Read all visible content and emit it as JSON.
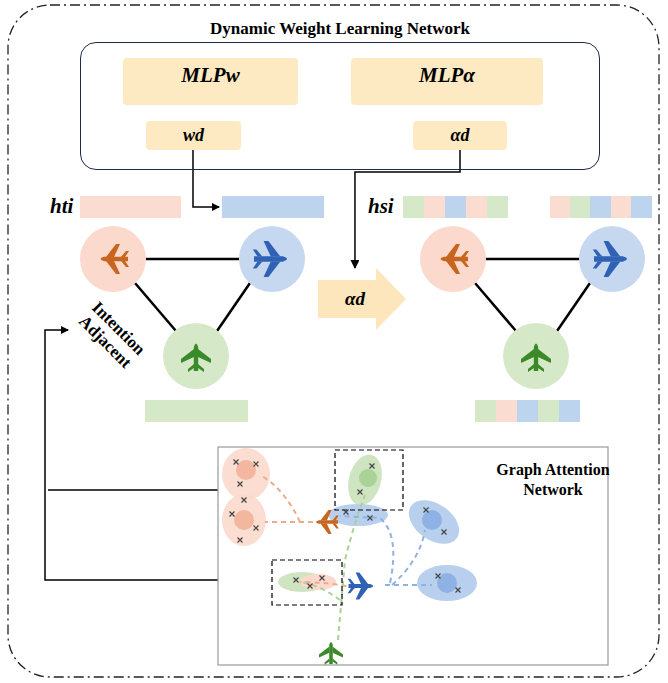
{
  "diagram": {
    "nodes": [
      {
        "text": [
          "Dynamic Weight Learning Network"
        ]
      },
      {
        "text": [
          "MLPw"
        ],
        "in": 0
      },
      {
        "text": [
          "wd"
        ],
        "in": 0
      },
      {
        "text": [
          "MLPα"
        ],
        "in": 0
      },
      {
        "text": [
          "αd"
        ],
        "in": 0
      },
      {
        "text": [
          "αd"
        ]
      }
    ],
    "edges": [
      {
        "from": 4,
        "to": 5,
        "arrow": "to"
      }
    ],
    "labels": [
      "hti",
      "hsi",
      "Intention Adjacent",
      "Graph Attention Network"
    ]
  }
}
